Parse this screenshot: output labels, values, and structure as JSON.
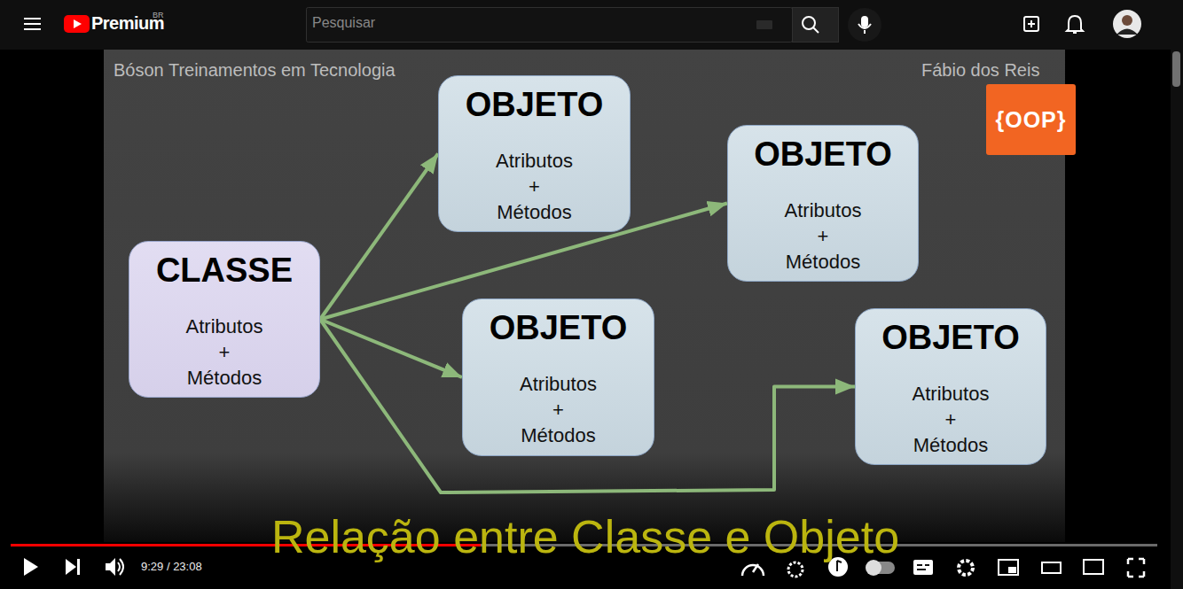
{
  "diagram": {
    "caption": "Relação entre Classe e Objeto",
    "nodes": [
      {
        "text": [
          "CLASSE",
          "Atributos + Métodos"
        ]
      },
      {
        "text": [
          "OBJETO",
          "Atributos + Métodos"
        ]
      },
      {
        "text": [
          "OBJETO",
          "Atributos + Métodos"
        ]
      },
      {
        "text": [
          "OBJETO",
          "Atributos + Métodos"
        ]
      },
      {
        "text": [
          "OBJETO",
          "Atributos + Métodos"
        ]
      },
      {
        "text": [
          "{OOP}"
        ]
      }
    ],
    "edges": [
      {
        "from": 0,
        "to": 1,
        "arrow": "to"
      },
      {
        "from": 0,
        "to": 2,
        "arrow": "to"
      },
      {
        "from": 0,
        "to": 3,
        "arrow": "to"
      },
      {
        "from": 0,
        "to": 4,
        "arrow": "to"
      }
    ],
    "labels": [
      "Premium",
      "BR",
      "Pesquisar",
      "Bóson Treinamentos em Tecnologia",
      "Fábio dos Reis",
      "9:29 / 23:08"
    ]
  }
}
